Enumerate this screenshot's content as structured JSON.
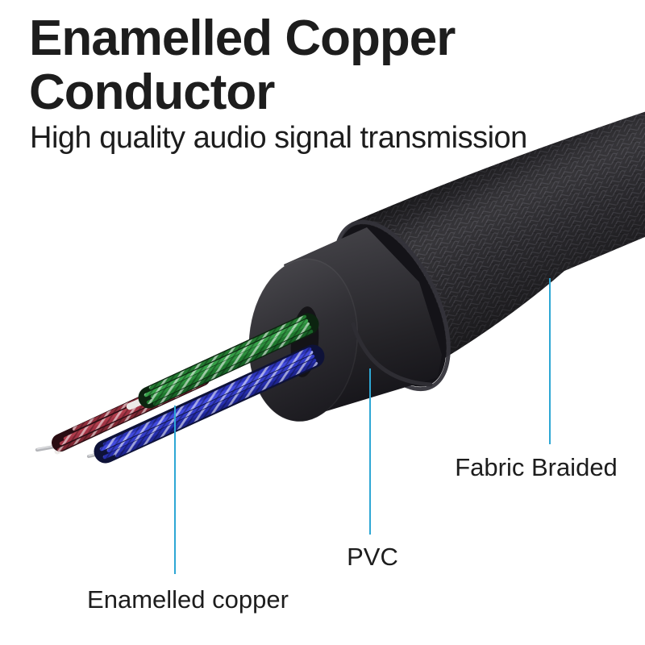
{
  "heading": {
    "title_line1": "Enamelled Copper",
    "title_line2": "Conductor",
    "subtitle": "High quality audio signal transmission"
  },
  "callouts": {
    "fabric_braided": {
      "label": "Fabric Braided"
    },
    "pvc": {
      "label": "PVC"
    },
    "enamelled_copper": {
      "label": "Enamelled copper"
    }
  },
  "colors": {
    "accent_leader": "#2ea7d4",
    "text": "#1d1d1d",
    "braid_base": "#2b2a2e",
    "braid_weave": "#46454b",
    "pvc_jacket": "#2e2d31",
    "wire_green": "#2c8f3d",
    "wire_blue": "#333cc8",
    "wire_red": "#a13344",
    "bare_wire_silver": "#b5b6ba",
    "sleeve_white": "#eceae8",
    "background": "#ffffff"
  }
}
